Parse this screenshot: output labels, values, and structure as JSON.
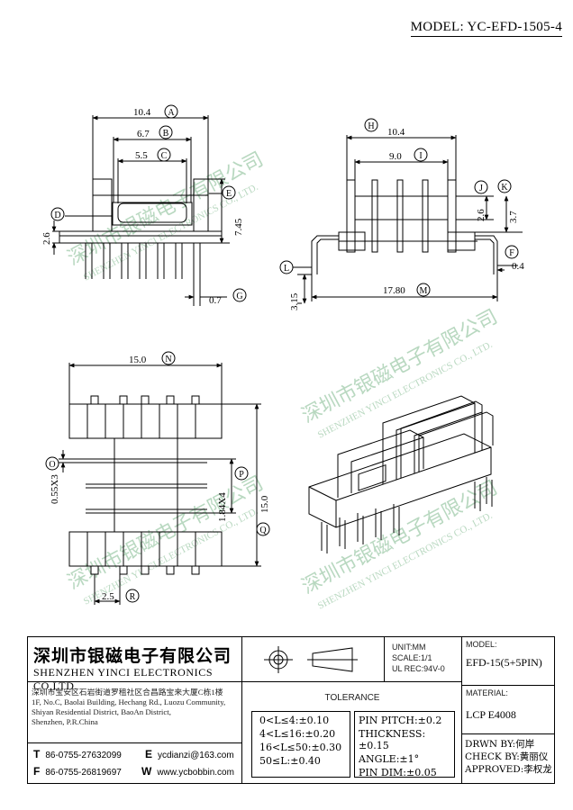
{
  "model_title": "MODEL: YC-EFD-1505-4",
  "watermark": {
    "cn": "深圳市银磁电子有限公司",
    "en": "SHENZHEN YINCI ELECTRONICS CO., LTD."
  },
  "dimensions": {
    "front": {
      "A": "10.4",
      "B": "6.7",
      "C": "5.5",
      "D": "D",
      "E": "E",
      "G": "G",
      "h_26": "2.6",
      "h_745": "7.45",
      "pin_07": "0.7"
    },
    "side": {
      "H": "10.4",
      "I": "9.0",
      "J": "J",
      "K": "K",
      "F": "F",
      "L": "L",
      "M": "17.80",
      "h_26": "2.6",
      "h_37": "3.7",
      "f_04": "0.4",
      "l_315": "3.15"
    },
    "bottom": {
      "N": "15.0",
      "O": "0.55X3",
      "P": "P",
      "Q": "15.0",
      "R": "2.5",
      "p_184": "1.84X4"
    }
  },
  "letters": [
    "A",
    "B",
    "C",
    "D",
    "E",
    "F",
    "G",
    "H",
    "I",
    "J",
    "K",
    "L",
    "M",
    "N",
    "O",
    "P",
    "Q",
    "R"
  ],
  "title_block": {
    "company_cn": "深圳市银磁电子有限公司",
    "company_en": "SHENZHEN YINCI ELECTRONICS CO,LTD.",
    "address_lines": [
      "深圳市宝安区石岩街道罗租社区合昌路宝来大厦C栋1楼",
      "1F, No.C, Baolai Building, Hechang Rd., Luozu Community,",
      "Shiyan Residential District, BaoAn District,",
      "Shenzhen, P.R.China"
    ],
    "tel_label": "T",
    "tel": "86-0755-27632099",
    "email_label": "E",
    "email": "ycdianzi@163.com",
    "fax_label": "F",
    "fax": "86-0755-26819697",
    "web_label": "W",
    "web": "www.ycbobbin.com",
    "unit": "UNIT:MM",
    "scale": "SCALE:1/1",
    "ul": "UL REC:94V-0",
    "model_label": "MODEL:",
    "model_value": "EFD-15(5+5PIN)",
    "material_label": "MATERIAL:",
    "material_value": "LCP E4008",
    "tolerance_label": "TOLERANCE",
    "tolerance_left": [
      "0<L≤4:±0.10",
      "4<L≤16:±0.20",
      "16<L≤50:±0.30",
      "50≤L:±0.40"
    ],
    "tolerance_right": [
      "PIN PITCH:±0.2",
      "THICKNESS:±0.15",
      "ANGLE:±1°",
      "PIN DIM:±0.05"
    ],
    "drawn_by": "DRWN BY:何岸",
    "checked_by": "CHECK BY:黄丽仪",
    "approved_by": "APPROVED:李权龙"
  }
}
